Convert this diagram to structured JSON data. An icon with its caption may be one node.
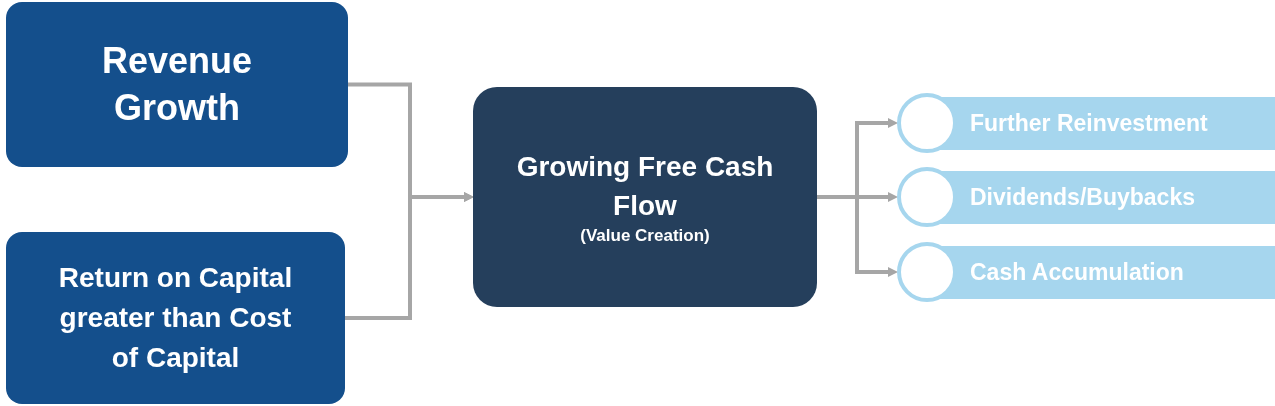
{
  "diagram": {
    "nodes": [
      {
        "text": [
          "Revenue Growth"
        ]
      },
      {
        "text": [
          "Return on Capital greater than Cost of Capital"
        ]
      },
      {
        "text": [
          "Growing Free Cash Flow",
          "(Value Creation)"
        ]
      },
      {
        "text": [
          "Further Reinvestment"
        ]
      },
      {
        "text": [
          "Dividends/Buybacks"
        ]
      },
      {
        "text": [
          "Cash Accumulation"
        ]
      }
    ],
    "edges": [
      {
        "from": 0,
        "to": 2,
        "arrow": "to"
      },
      {
        "from": 1,
        "to": 2,
        "arrow": "to"
      },
      {
        "from": 2,
        "to": 3,
        "arrow": "to"
      },
      {
        "from": 2,
        "to": 4,
        "arrow": "to"
      },
      {
        "from": 2,
        "to": 5,
        "arrow": "to"
      }
    ]
  }
}
